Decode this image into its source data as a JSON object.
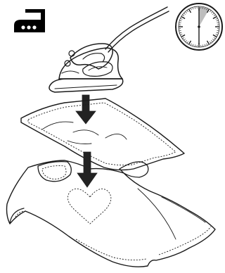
{
  "colors": {
    "line": "#1a1a1a",
    "background": "#ffffff",
    "iron_symbol_fill": "#000000",
    "clock_sector": "#bdbdbd",
    "arrow_fill": "#222222"
  },
  "icons": {
    "iron_symbol": "iron-three-dots-icon",
    "clock": "clock-icon",
    "iron": "steam-iron-icon",
    "arrow": "arrow-down-icon"
  },
  "diagram": {
    "iron_setting_dots": 3,
    "clock_highlighted_fraction": 0.083,
    "arrows": 2,
    "layers": [
      "iron",
      "transfer-sheet",
      "t-shirt"
    ],
    "transfer_motif": "heart"
  }
}
